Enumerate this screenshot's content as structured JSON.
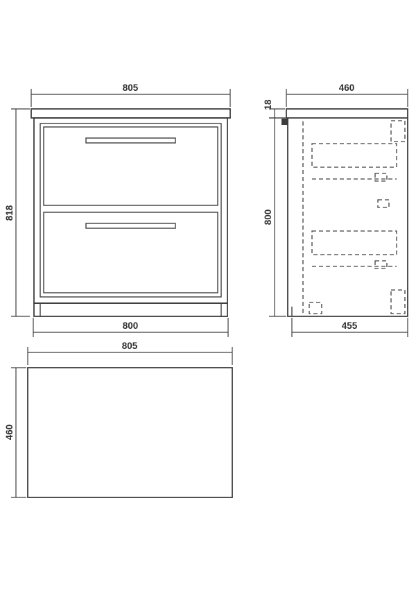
{
  "drawing": {
    "colors": {
      "background": "#ffffff",
      "line": "#3d3d3d",
      "text": "#2e2e2e"
    },
    "views": {
      "front": {
        "dims": {
          "top_width": "805",
          "height": "818",
          "bottom_width": "800"
        }
      },
      "side": {
        "dims": {
          "top_depth": "460",
          "counter_thickness": "18",
          "height": "800",
          "bottom_depth": "455"
        }
      },
      "plan": {
        "dims": {
          "width": "805",
          "depth": "460"
        }
      }
    }
  }
}
